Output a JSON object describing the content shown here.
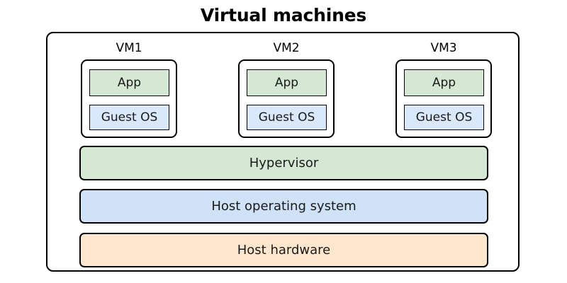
{
  "title": "Virtual machines",
  "diagram": {
    "vms": [
      {
        "label": "VM1",
        "app": "App",
        "guest_os": "Guest OS"
      },
      {
        "label": "VM2",
        "app": "App",
        "guest_os": "Guest OS"
      },
      {
        "label": "VM3",
        "app": "App",
        "guest_os": "Guest OS"
      }
    ],
    "layers": [
      {
        "label": "Hypervisor",
        "color": "#d5e8d4"
      },
      {
        "label": "Host operating system",
        "color": "#cfe2f7"
      },
      {
        "label": "Host hardware",
        "color": "#ffe6cc"
      }
    ]
  },
  "colors": {
    "app_green": "#d5e8d4",
    "guest_os_blue": "#dae8fc",
    "host_os_blue": "#cfe2f7",
    "host_hardware_orange": "#ffe6cc",
    "stroke": "#000000",
    "background": "#ffffff"
  }
}
